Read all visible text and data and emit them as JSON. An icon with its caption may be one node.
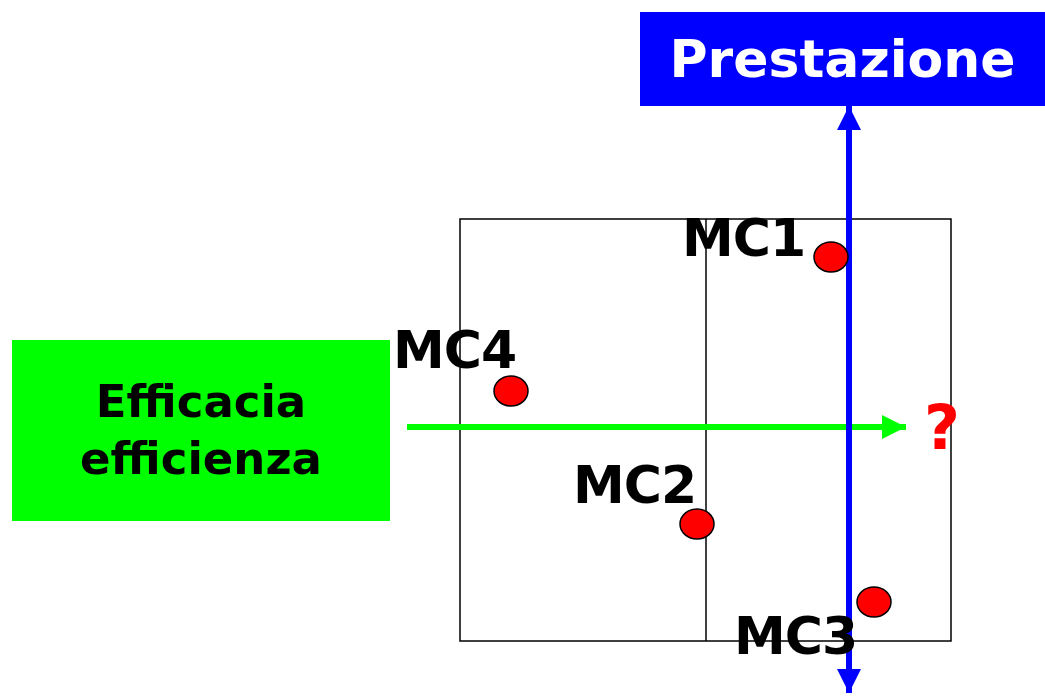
{
  "diagram": {
    "nodes": [
      {
        "text": [
          "Prestazione"
        ]
      },
      {
        "text": [
          "Efficacia efficienza"
        ]
      },
      {
        "text": [
          "?"
        ]
      }
    ],
    "edges": [
      {
        "from": 1,
        "to": 2,
        "arrow": "to",
        "color": "#00ff00"
      },
      {
        "from": null,
        "to": 0,
        "arrow": "both",
        "color": "#0000ff"
      }
    ],
    "labels": [
      "MC1",
      "MC4",
      "MC2",
      "MC3"
    ]
  }
}
